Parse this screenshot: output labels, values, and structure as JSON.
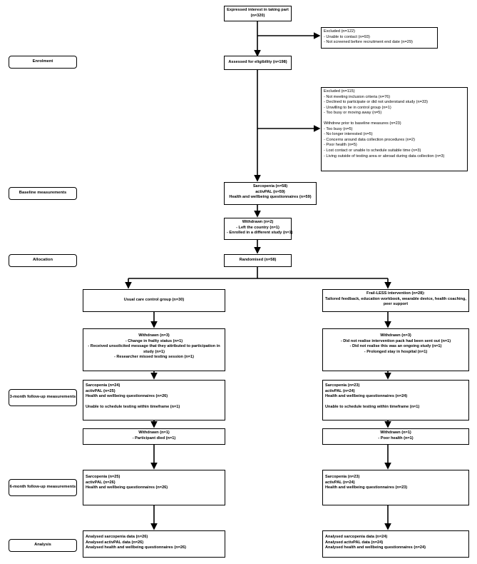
{
  "stages": {
    "enrolment": "Enrolment",
    "baseline": "Baseline measurements",
    "allocation": "Allocation",
    "followup3": "3-month follow-up measurements",
    "followup6": "6-month follow-up measurements",
    "analysis": "Analysis"
  },
  "top": {
    "expressed": "Expressed interest in taking part (n=320)",
    "excluded1": {
      "title": "Excluded (n=122)",
      "items": [
        "- Unable to contact (n=93)",
        "- Not screened before recruitment end date (n=29)"
      ]
    },
    "assessed": "Assessed for eligibility (n=198)",
    "excluded2": {
      "title": "Excluded (n=115)",
      "items": [
        "- Not meeting inclusion criteria (n=76)",
        "- Declined to participate or did not understand study (n=33)",
        "- Unwilling to be in control group (n=1)",
        "- Too busy or moving away (n=5)"
      ],
      "withdrew_title": "Withdrew prior to baseline measures (n=23)",
      "withdrew_items": [
        "- Too busy (n=5)",
        "- No longer interested (n=5)",
        "- Concerns around data collection procedures (n=2)",
        "- Poor health (n=5)",
        "- Lost contact or unable to schedule suitable time (n=3)",
        "- Living outside of testing area or abroad during data collection (n=3)"
      ]
    },
    "baseline_box": [
      "Sarcopenia (n=58)",
      "activPAL (n=59)",
      "Health and wellbeing questionnaires (n=59)"
    ],
    "withdrawn_box": [
      "Withdrawn (n=2)",
      "- Left the country (n=1)",
      "- Enrolled in a different study (n=1)"
    ],
    "randomised": "Randomised (n=58)"
  },
  "left": {
    "group": "Usual care control group (n=30)",
    "withdrawn1": [
      "Withdrawn (n=3)",
      "- Change in frailty status (n=1)",
      "- Received unsolicited message that they attributed to participation in study (n=1)",
      "- Researcher missed testing session (n=1)"
    ],
    "m3": [
      "Sarcopenia (n=24)",
      "activPAL (n=25)",
      "Health and wellbeing questionnaires (n=26)",
      "",
      "Unable to schedule testing within timeframe (n=1)"
    ],
    "withdrawn2": [
      "Withdrawn (n=1)",
      "- Participant died (n=1)"
    ],
    "m6": [
      "Sarcopenia (n=25)",
      "activPAL (n=26)",
      "Health and wellbeing questionnaires (n=26)"
    ],
    "analysis": [
      "Analysed sarcopenia data (n=26)",
      "Analysed activPAL data (n=26)",
      "Analysed health and wellbeing questionnaires (n=26)"
    ]
  },
  "right": {
    "group_title": "Frail-LESS intervention (n=28):",
    "group_desc": "Tailored feedback, education workbook, wearable device, health coaching, peer support",
    "withdrawn1": [
      "Withdrawn (n=3)",
      "- Did not realise intervention pack had been sent out (n=1)",
      "- Did not realise this was an ongoing study (n=1)",
      "- Prolonged stay in hospital (n=1)"
    ],
    "m3": [
      "Sarcopenia (n=23)",
      "activPAL (n=24)",
      "Health and wellbeing questionnaires (n=24)",
      "",
      "Unable to schedule testing within timeframe (n=1)"
    ],
    "withdrawn2": [
      "Withdrawn (n=1)",
      "- Poor health (n=1)"
    ],
    "m6": [
      "Sarcopenia (n=23)",
      "activPAL (n=24)",
      "Health and wellbeing questionnaires (n=23)"
    ],
    "analysis": [
      "Analysed sarcopenia data (n=24)",
      "Analysed activPAL data (n=24)",
      "Analysed health and wellbeing questionnaires (n=24)"
    ]
  }
}
